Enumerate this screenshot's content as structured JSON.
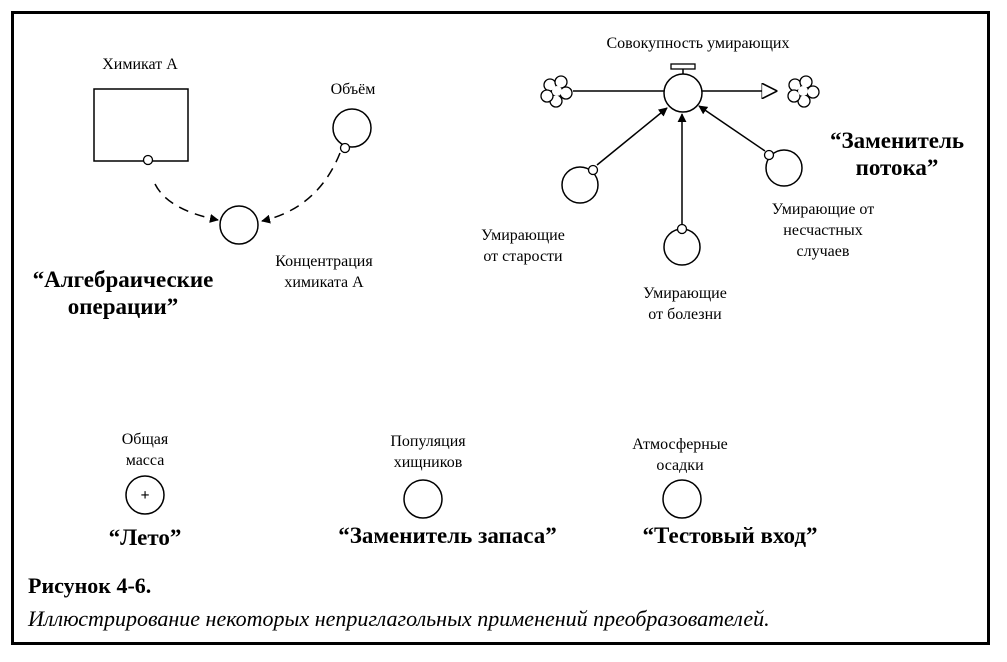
{
  "labels": {
    "chemical_a": "Химикат А",
    "volume": "Объём",
    "concentration": [
      "Концентрация",
      "химиката А"
    ],
    "dying_total": "Совокупность умирающих",
    "dying_old_age": [
      "Умирающие",
      "от старости"
    ],
    "dying_disease": [
      "Умирающие",
      "от болезни"
    ],
    "dying_accidents": [
      "Умирающие от",
      "несчастных",
      "случаев"
    ],
    "total_mass": [
      "Общая",
      "масса"
    ],
    "predator_population": [
      "Популяция",
      "хищников"
    ],
    "precipitation": [
      "Атмосферные",
      "осадки"
    ]
  },
  "examples": {
    "algebraic": [
      "“Алгебраические",
      "операции”"
    ],
    "flow_substitute": [
      "“Заменитель",
      "потока”"
    ],
    "summer": "“Лето”",
    "stock_substitute": "“Заменитель запаса”",
    "test_input": "“Тестовый вход”"
  },
  "summer_sign": "+",
  "caption": {
    "title": "Рисунок 4-6.",
    "text": "Иллюстрирование некоторых неприглагольных применений преобразователей."
  }
}
